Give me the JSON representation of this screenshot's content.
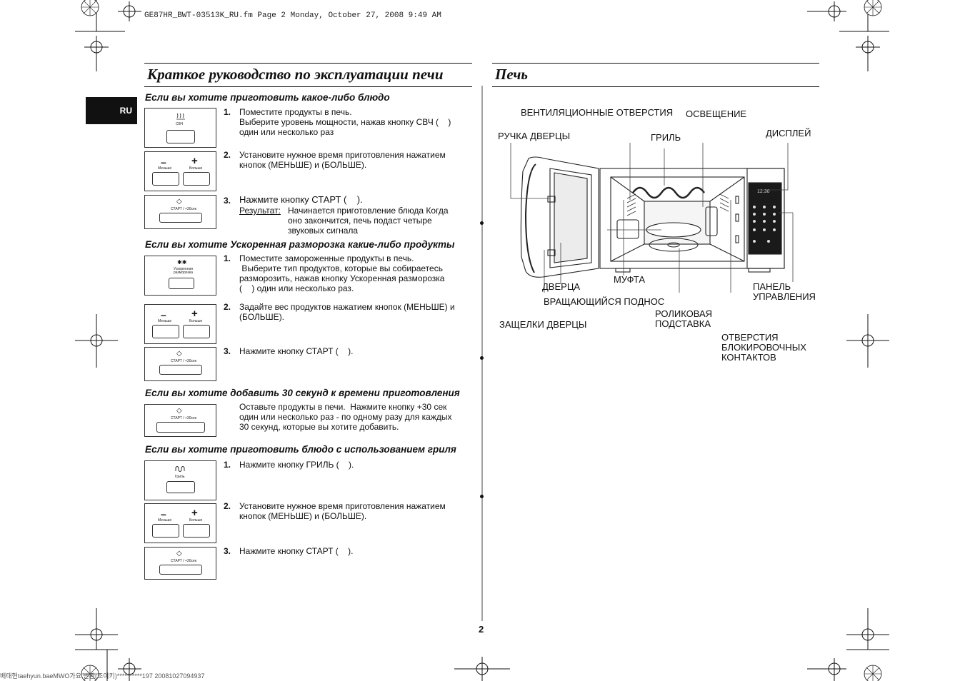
{
  "header": {
    "file_line": "GE87HR_BWT-03513K_RU.fm  Page 2  Monday, October 27, 2008  9:49 AM",
    "lang_tab": "RU",
    "page_number": "2",
    "footer_line": "배태현taehyun.baeMWO가요 변환(조이키)**********197 20081027094937"
  },
  "left": {
    "title": "Краткое руководство по эксплуатации печи",
    "sections": [
      {
        "heading": "Если вы хотите приготовить какое-либо блюдо",
        "steps": [
          {
            "num": "1.",
            "lines": [
              "Поместите продукты в печь.",
              "Выберите уровень мощности, нажав кнопку СВЧ (    )",
              "один или несколько раз"
            ],
            "icon_label": "СВЧ"
          },
          {
            "num": "2.",
            "lines": [
              "Установите нужное время приготовления нажатием",
              "кнопок (МЕНЬШЕ) и (БОЛЬШЕ)."
            ],
            "minus_label": "Меньше",
            "plus_label": "Больше"
          },
          {
            "num": "3.",
            "lines": [
              "Нажмите кнопку СТАРТ (    )."
            ],
            "result_label": "Результат:",
            "result_lines": [
              "Начинается приготовление блюда Когда",
              "оно закончится, печь подаст четыре",
              "звуковых сигнала"
            ],
            "start_label": "СТАРТ / +30сек"
          }
        ]
      },
      {
        "heading": "Если вы хотите Ускоренная разморозка какие-либо продукты",
        "steps": [
          {
            "num": "1.",
            "lines": [
              "Поместите замороженные продукты в печь.",
              " Выберите тип продуктов, которые вы собираетесь",
              "разморозить, нажав кнопку Ускоренная разморозка",
              "(    ) один или несколько раз."
            ],
            "icon_label": "Ускоренная\nразморозка"
          },
          {
            "num": "2.",
            "lines": [
              "Задайте вес продуктов нажатием кнопок (МЕНЬШЕ) и",
              "(БОЛЬШЕ)."
            ],
            "minus_label": "Меньше",
            "plus_label": "Больше"
          },
          {
            "num": "3.",
            "lines": [
              "Нажмите кнопку СТАРТ (    )."
            ],
            "start_label": "СТАРТ / +30сек"
          }
        ]
      },
      {
        "heading": "Если вы хотите добавить 30 секунд к времени приготовления",
        "steps": [
          {
            "num": "",
            "lines": [
              "Оставьте продукты в печи.  Нажмите кнопку +30 сек",
              "один или несколько раз - по одному разу для каждых",
              "30 секунд, которые вы хотите добавить."
            ],
            "start_label": "СТАРТ / +30сек"
          }
        ]
      },
      {
        "heading": "Если вы хотите приготовить блюдо с использованием гриля",
        "steps": [
          {
            "num": "1.",
            "lines": [
              "Нажмите кнопку ГРИЛЬ (    )."
            ],
            "icon_label": "Гриль"
          },
          {
            "num": "2.",
            "lines": [
              "Установите нужное время приготовления нажатием",
              "кнопок (МЕНЬШЕ) и (БОЛЬШЕ)."
            ],
            "minus_label": "Меньше",
            "plus_label": "Больше"
          },
          {
            "num": "3.",
            "lines": [
              "Нажмите кнопку СТАРТ (    )."
            ],
            "start_label": "СТАРТ / +30сек"
          }
        ]
      }
    ]
  },
  "right": {
    "title": "Печь",
    "labels": {
      "vents": "ВЕНТИЛЯЦИОННЫЕ ОТВЕРСТИЯ",
      "light": "ОСВЕЩЕНИЕ",
      "handle": "РУЧКА ДВЕРЦЫ",
      "grill": "ГРИЛЬ",
      "display": "ДИСПЛЕЙ",
      "door": "ДВЕРЦА",
      "coupler": "МУФТА",
      "panel": "ПАНЕЛЬ\nУПРАВЛЕНИЯ",
      "turntable": "ВРАЩАЮЩИЙСЯ ПОДНОС",
      "roller": "РОЛИКОВАЯ\nПОДСТАВКА",
      "latches": "ЗАЩЕЛКИ ДВЕРЦЫ",
      "holes": "ОТВЕРСТИЯ\nБЛОКИРОВОЧНЫХ\nКОНТАКТОВ",
      "display_value": "12:30"
    }
  }
}
